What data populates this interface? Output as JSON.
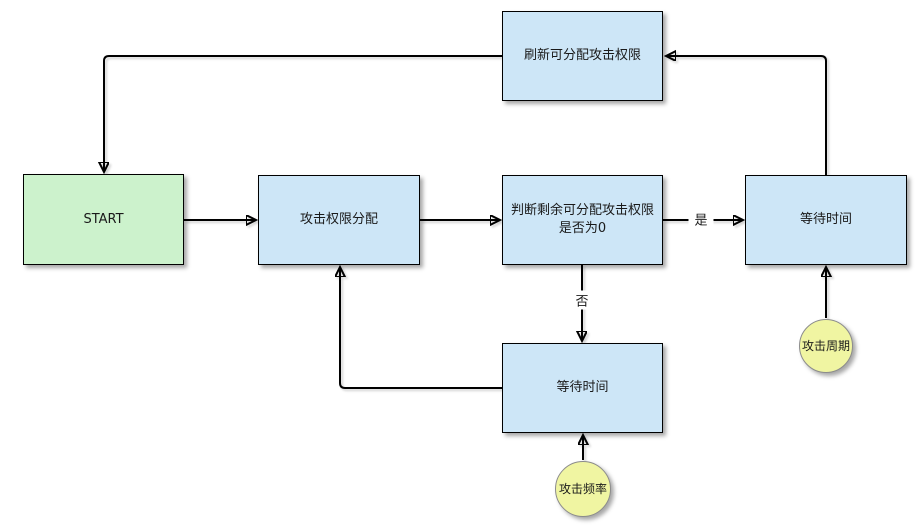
{
  "diagram": {
    "nodes": {
      "refresh": {
        "label": "刷新可分配攻击权限",
        "shape": "rect",
        "fill": "#cde6f7"
      },
      "start": {
        "label": "START",
        "shape": "rect",
        "fill": "#ccf2cc"
      },
      "allocate": {
        "label": "攻击权限分配",
        "shape": "rect",
        "fill": "#cde6f7"
      },
      "judge": {
        "label": "判断剩余可分配攻击权限是否为0",
        "shape": "rect",
        "fill": "#cde6f7"
      },
      "wait_right": {
        "label": "等待时间",
        "shape": "rect",
        "fill": "#cde6f7"
      },
      "wait_bottom": {
        "label": "等待时间",
        "shape": "rect",
        "fill": "#cde6f7"
      },
      "attack_cycle": {
        "label": "攻击周期",
        "shape": "circle",
        "fill": "#f0f5a2"
      },
      "attack_freq": {
        "label": "攻击频率",
        "shape": "circle",
        "fill": "#f0f5a2"
      }
    },
    "edge_labels": {
      "yes": "是",
      "no": "否"
    },
    "colors": {
      "process_fill": "#cde6f7",
      "start_fill": "#ccf2cc",
      "event_fill": "#f0f5a2",
      "rect_border": "#000000",
      "circle_border": "#8c8c8c",
      "line": "#000000",
      "background": "#ffffff"
    }
  }
}
